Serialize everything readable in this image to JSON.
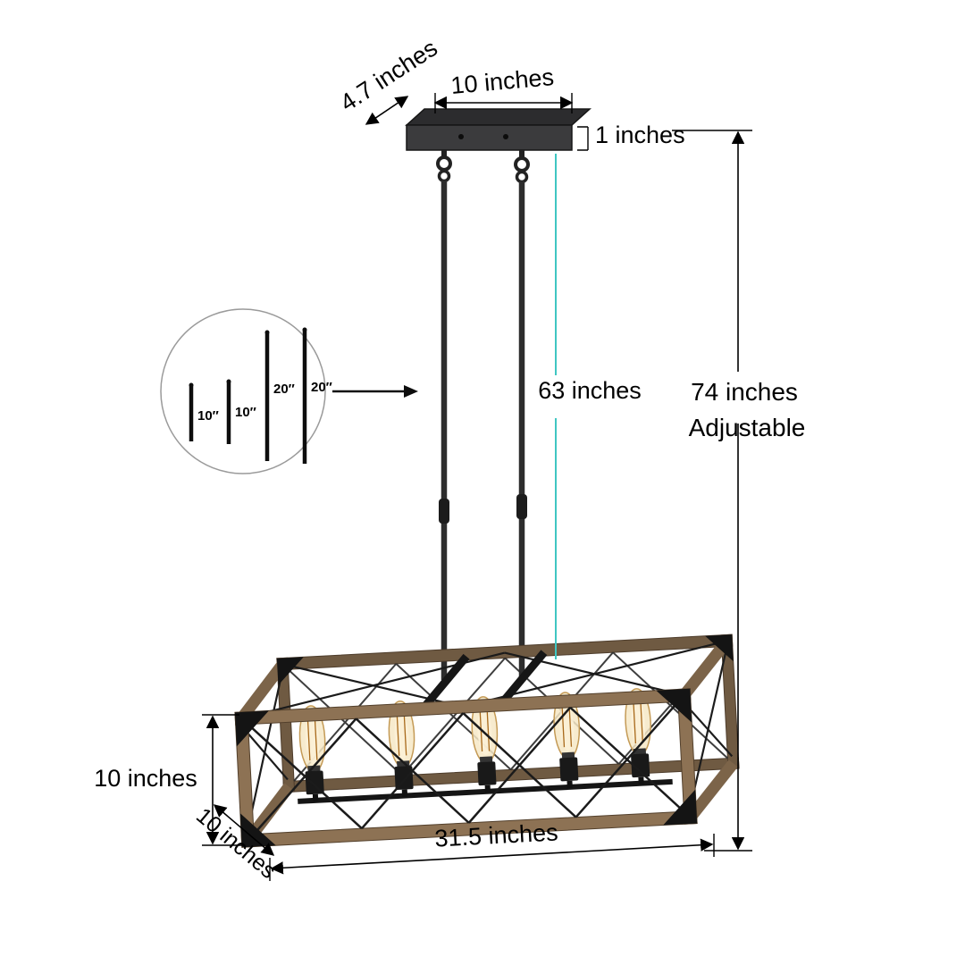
{
  "figure": {
    "type": "product-dimension-diagram",
    "product": "farmhouse wood metal linear chandelier with 5 bulbs"
  },
  "annotations": {
    "canopy_depth": "4.7 inches",
    "canopy_width": "10 inches",
    "canopy_height": "1 inches",
    "rod_length": "63 inches",
    "overall_height": "74 inches",
    "overall_height_note": "Adjustable",
    "box_height": "10 inches",
    "box_depth": "10 inches",
    "box_length": "31.5 inches"
  },
  "inset": {
    "rod_labels": [
      "10″",
      "10″",
      "20″",
      "20″"
    ]
  },
  "colors": {
    "wood": "#8d7254",
    "wood_dark": "#6f5a42",
    "metal": "#232323",
    "measure_teal": "#3fc6c2",
    "bulb_glass": "#f6e8c6",
    "bulb_glow": "#c9932f",
    "background": "#ffffff"
  }
}
